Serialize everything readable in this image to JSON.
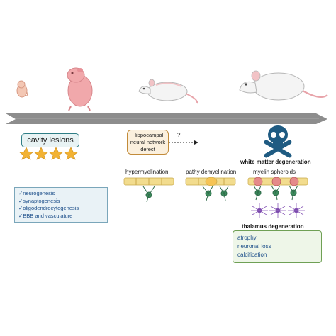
{
  "timeline": {
    "cavity_label": "cavity lesions",
    "hippocampal_label_lines": [
      "Hippocampal",
      "neural network",
      "defect"
    ],
    "question_mark": "?",
    "stages": {
      "hypermyelination": "hypermyelination",
      "demyelination": "pathy demyelination",
      "spheroids": "myelin spheroids"
    },
    "white_matter_title": "white matter degeneration",
    "thalamus_title": "thalamus degeneration",
    "thalamus_items": [
      "atrophy",
      "neuronal loss",
      "calcification"
    ],
    "development_items": [
      "✓neurogenesis",
      "✓synaptogenesis",
      "✓oligodendrocytogenesis",
      "✓BBB and vasculature"
    ]
  },
  "colors": {
    "arrow": "#8d8d8d",
    "cavity_border": "#2f7e86",
    "hippo_border": "#c28b3a",
    "thalamus_border": "#6fa055",
    "dev_text": "#1d4f8a",
    "skull": "#1f5b82"
  }
}
